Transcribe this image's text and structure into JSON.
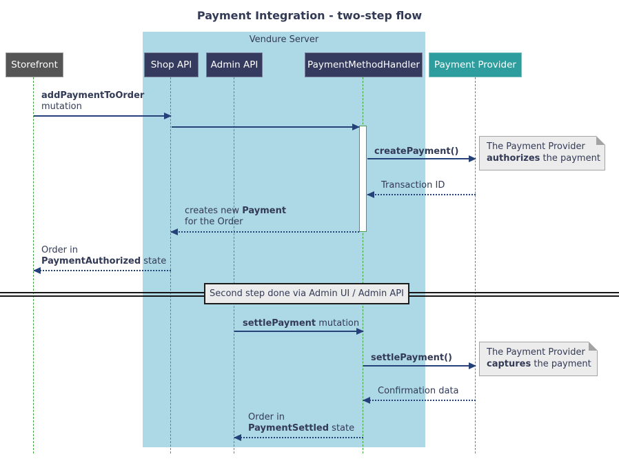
{
  "title": "Payment Integration - two-step flow",
  "server": {
    "label": "Vendure Server"
  },
  "participants": [
    {
      "id": "storefront",
      "label": "Storefront"
    },
    {
      "id": "shop-api",
      "label": "Shop API"
    },
    {
      "id": "admin-api",
      "label": "Admin API"
    },
    {
      "id": "payment-method-handler",
      "label": "PaymentMethodHandler"
    },
    {
      "id": "payment-provider",
      "label": "Payment Provider"
    }
  ],
  "messages": {
    "m1": {
      "bold": "addPaymentToOrder",
      "rest": "mutation"
    },
    "m3": {
      "bold": "createPayment()"
    },
    "m4": {
      "text": "Transaction ID"
    },
    "m5": {
      "l1a": "creates new ",
      "l1b": "Payment",
      "l2": "for the Order"
    },
    "m6": {
      "l1": "Order in",
      "l2b": "PaymentAuthorized",
      "l2rest": " state"
    },
    "m7": {
      "bold": "settlePayment",
      "rest": " mutation"
    },
    "m8": {
      "bold": "settlePayment()"
    },
    "m9": {
      "text": "Confirmation data"
    },
    "m10": {
      "l1": "Order in",
      "l2b": "PaymentSettled",
      "l2rest": " state"
    }
  },
  "divider": {
    "text": "Second step done via Admin UI / Admin API"
  },
  "notes": {
    "note1": {
      "l1": "The Payment Provider",
      "bold": "authorizes",
      "rest": " the payment"
    },
    "note2": {
      "l1": "The Payment Provider",
      "bold": "captures",
      "rest": " the payment"
    }
  },
  "colors": {
    "server_fill": "#ADD8E6",
    "participant_fill": "#353B5E",
    "provider_fill": "#2E9D9D",
    "storefront_fill": "#555555",
    "lifeline_green": "#3EA33E",
    "arrow_navy": "#25417A",
    "note_fill": "#ECECEC",
    "text_navy": "#333A56"
  }
}
